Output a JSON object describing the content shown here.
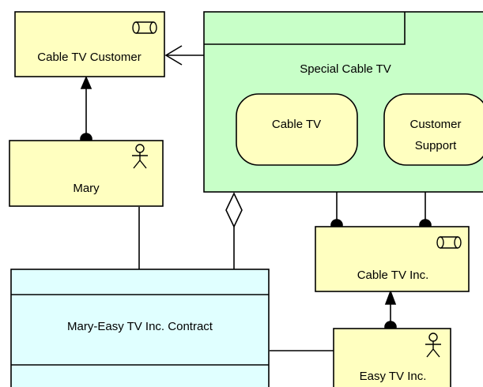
{
  "diagram": {
    "elements": {
      "cable_tv_customer": {
        "label": "Cable TV Customer",
        "type": "role",
        "icon": "role-icon"
      },
      "mary": {
        "label": "Mary",
        "type": "actor",
        "icon": "actor-icon"
      },
      "special_cable_tv": {
        "label": "Special Cable TV",
        "type": "product"
      },
      "cable_tv": {
        "label": "Cable TV",
        "type": "service"
      },
      "customer_support": {
        "label_line1": "Customer",
        "label_line2": "Support",
        "type": "service"
      },
      "contract": {
        "label": "Mary-Easy TV Inc. Contract",
        "type": "contract"
      },
      "cable_tv_inc": {
        "label": "Cable TV Inc.",
        "type": "role",
        "icon": "role-icon"
      },
      "easy_tv_inc": {
        "label": "Easy TV Inc.",
        "type": "actor",
        "icon": "actor-icon"
      }
    },
    "relations": [
      {
        "from": "Special Cable TV",
        "to": "Cable TV Customer",
        "type": "serving"
      },
      {
        "from": "Mary",
        "to": "Cable TV Customer",
        "type": "assignment"
      },
      {
        "from": "Special Cable TV",
        "to": "Mary-Easy TV Inc. Contract",
        "type": "aggregation"
      },
      {
        "from": "Mary",
        "to": "Mary-Easy TV Inc. Contract",
        "type": "association"
      },
      {
        "from": "Easy TV Inc.",
        "to": "Mary-Easy TV Inc. Contract",
        "type": "association"
      },
      {
        "from": "Cable TV Inc.",
        "to": "Cable TV",
        "type": "assignment"
      },
      {
        "from": "Cable TV Inc.",
        "to": "Customer Support",
        "type": "assignment"
      },
      {
        "from": "Easy TV Inc.",
        "to": "Cable TV Inc.",
        "type": "assignment"
      }
    ],
    "colors": {
      "business_yellow": "#ffffc0",
      "product_green": "#c8ffc8",
      "contract_blue": "#e0ffff",
      "line": "#000000"
    }
  }
}
